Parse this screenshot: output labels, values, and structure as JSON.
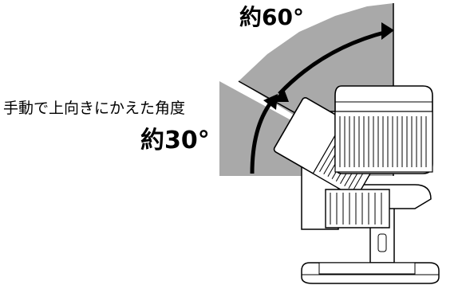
{
  "labels": {
    "angle_60": "約60°",
    "manual_tilt": "手動で上向きにかえた角度",
    "angle_30": "約30°"
  },
  "colors": {
    "sector_fill": "#a9a9a9",
    "line": "#000000",
    "fan_body": "#ffffff"
  }
}
